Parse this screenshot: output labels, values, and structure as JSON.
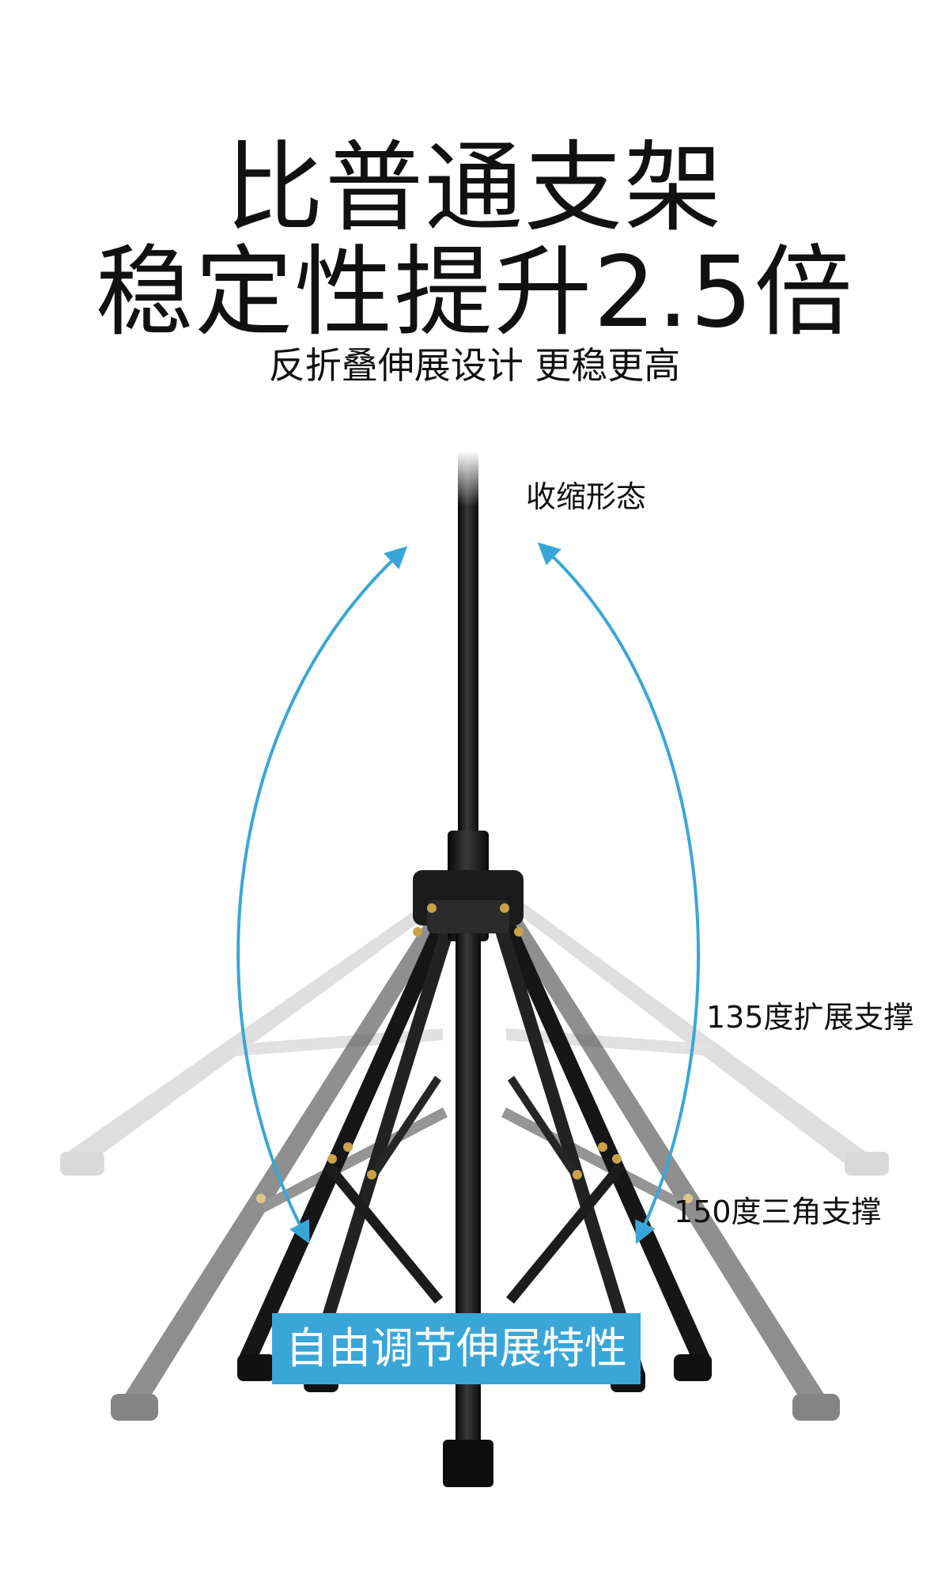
{
  "headline": {
    "line1": "比普通支架",
    "line2": "稳定性提升2.5倍",
    "subline": "反折叠伸展设计 更稳更高"
  },
  "labels": {
    "collapsed": "收缩形态",
    "expand_135": "135度扩展支撑",
    "triangle_150": "150度三角支撑"
  },
  "banner": {
    "text": "自由调节伸展特性"
  },
  "colors": {
    "accent_blue": "#3aa6d8",
    "pole_black": "#1a1a1a",
    "ghost_grey": "#cfcfcf",
    "pivot_gold": "#c9a24a"
  },
  "icons": {
    "left_arrow": "curved-arrow-icon",
    "right_arrow": "curved-arrow-icon"
  }
}
